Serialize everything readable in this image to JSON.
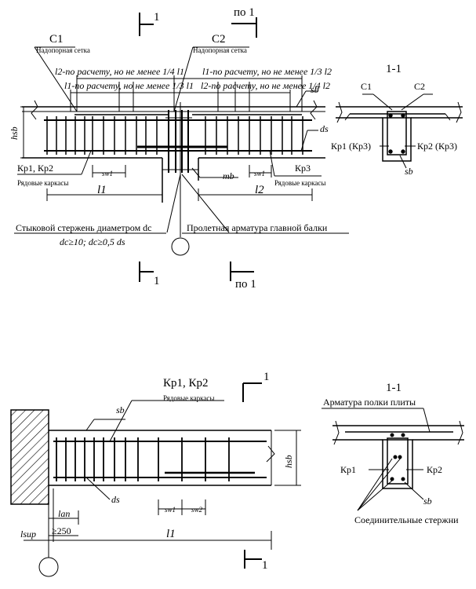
{
  "top": {
    "section_mark_left": "1",
    "section_mark_right": "по 1",
    "section_mark_bottom_left": "1",
    "section_mark_bottom_right": "по 1",
    "c1": "C1",
    "c1_sub": "Надопорная сетка",
    "c2": "C2",
    "c2_sub": "Надопорная сетка",
    "dim_l2_14": "l2-по расчету, но не менее 1/4 l1",
    "dim_l1_13": "l1-по расчету, но не менее 1/3 l1",
    "dim_l1_13b": "l1-по расчету, но не менее 1/3 l2",
    "dim_l2_14b": "l2-по расчету, но не менее 1/4 l2",
    "sb": "sb",
    "ds": "ds",
    "hsb": "hsb",
    "kp12": "Кр1, Кр2",
    "kp12_sub": "Рядовые каркасы",
    "kp3": "Кр3",
    "kp3_sub": "Рядовые каркасы",
    "sw1_left": "sw1",
    "sw1_right": "sw1",
    "mb": "mb",
    "l1": "l1",
    "l2": "l2",
    "butt_bar": "Стыковой стержень диаметром dc",
    "butt_bar_cond": "dc≥10;  dc≥0,5 ds",
    "span_rebar": "Пролетная арматура главной балки"
  },
  "section_top": {
    "title": "1-1",
    "c1": "C1",
    "c2": "C2",
    "kp1": "Кр1 (Кр3)",
    "kp2": "Кр2 (Кр3)",
    "sb": "sb"
  },
  "bottom": {
    "kp12": "Кр1, Кр2",
    "kp12_sub": "Рядовые каркасы",
    "section_mark_top": "1",
    "section_mark_bottom": "1",
    "sb": "sb",
    "hsb": "hsb",
    "ds": "ds",
    "sw1": "sw1",
    "sw2": "sw2",
    "lan": "lan",
    "lsup": "lsup",
    "min250": "≥250",
    "l1": "l1"
  },
  "section_bottom": {
    "title": "1-1",
    "slab_rebar": "Арматура полки плиты",
    "kp1": "Кр1",
    "kp2": "Кр2",
    "sb": "sb",
    "connecting": "Соединительные стержни"
  }
}
